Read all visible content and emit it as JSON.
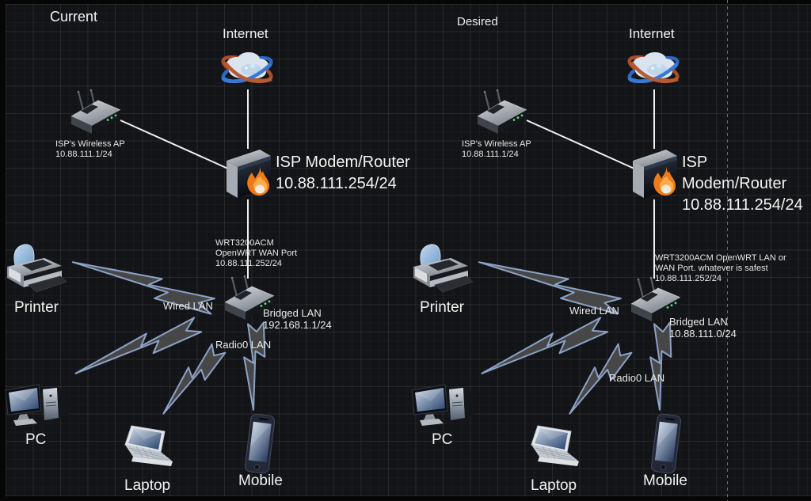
{
  "canvas": {
    "background": "#060607",
    "page_background": "#131417",
    "wire_color": "#f0f0f0",
    "bolt_fill": "#474747",
    "bolt_stroke": "#8ca2c6"
  },
  "diagrams": [
    {
      "title": "Current",
      "internet": {
        "label": "Internet",
        "icon": "internet-globe-cloud-icon"
      },
      "isp_ap": {
        "icon": "wireless-ap-icon",
        "line1": "ISP's Wireless AP",
        "line2": "10.88.111.1/24"
      },
      "isp_modem": {
        "icon": "firewall-icon",
        "line1": "ISP Modem/Router",
        "line2": "10.88.111.254/24"
      },
      "wrt_router": {
        "icon": "wifi-router-icon",
        "note_line1": "WRT3200ACM",
        "note_line2": "OpenWRT WAN Port",
        "note_line3": "10.88.111.252/24"
      },
      "lan_labels": {
        "wired": "Wired LAN",
        "bridged_line1": "Bridged LAN",
        "bridged_line2": "192.168.1.1/24",
        "radio": "Radio0 LAN"
      },
      "devices": {
        "printer": "Printer",
        "pc": "PC",
        "laptop": "Laptop",
        "mobile": "Mobile"
      }
    },
    {
      "title": "Desired",
      "internet": {
        "label": "Internet",
        "icon": "internet-globe-cloud-icon"
      },
      "isp_ap": {
        "icon": "wireless-ap-icon",
        "line1": "ISP's Wireless AP",
        "line2": "10.88.111.1/24"
      },
      "isp_modem": {
        "icon": "firewall-icon",
        "line1": "ISP Modem/Router",
        "line2": "10.88.111.254/24"
      },
      "wrt_router": {
        "icon": "wifi-router-icon",
        "note_line1": "WRT3200ACM OpenWRT LAN or",
        "note_line2": "WAN Port. whatever is safest",
        "note_line3": "10.88.111.252/24"
      },
      "lan_labels": {
        "wired": "Wired LAN",
        "bridged_line1": "Bridged LAN",
        "bridged_line2": "10.88.111.0/24",
        "radio": "Radio0 LAN"
      },
      "devices": {
        "printer": "Printer",
        "pc": "PC",
        "laptop": "Laptop",
        "mobile": "Mobile"
      }
    }
  ]
}
